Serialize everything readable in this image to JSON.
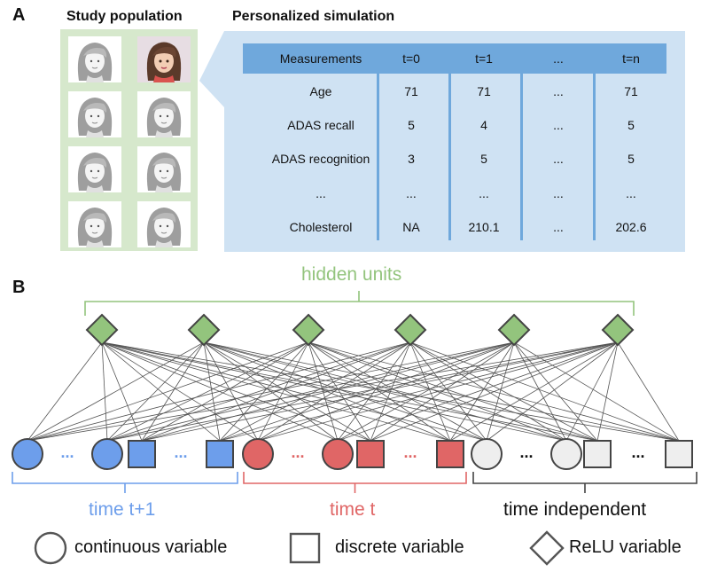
{
  "panel_a": {
    "letter": "A",
    "population_title": "Study population",
    "simulation_title": "Personalized simulation",
    "table": {
      "headers": [
        "Measurements",
        "t=0",
        "t=1",
        "...",
        "t=n"
      ],
      "rows": [
        [
          "Age",
          "71",
          "71",
          "...",
          "71"
        ],
        [
          "ADAS recall",
          "5",
          "4",
          "...",
          "5"
        ],
        [
          "ADAS recognition",
          "3",
          "5",
          "...",
          "5"
        ],
        [
          "...",
          "...",
          "...",
          "...",
          "..."
        ],
        [
          "Cholesterol",
          "NA",
          "210.1",
          "...",
          "202.6"
        ]
      ]
    }
  },
  "panel_b": {
    "letter": "B",
    "hidden_label": "hidden units",
    "hidden_count": 6,
    "group_labels": {
      "t_plus_1": "time t+1",
      "t": "time t",
      "independent": "time independent"
    },
    "dots": "...",
    "legend": {
      "continuous": "continuous variable",
      "discrete": "discrete variable",
      "relu": "ReLU variable"
    }
  },
  "colors": {
    "green": "#93c47d",
    "green_label": "#93c47d",
    "blue": "#6d9eeb",
    "red": "#e06666",
    "gray": "#eeeeee",
    "stroke": "#444444",
    "table_header": "#6fa8dc",
    "panel_bg": "#cfe2f3",
    "population_bg": "#d6e8cc"
  }
}
